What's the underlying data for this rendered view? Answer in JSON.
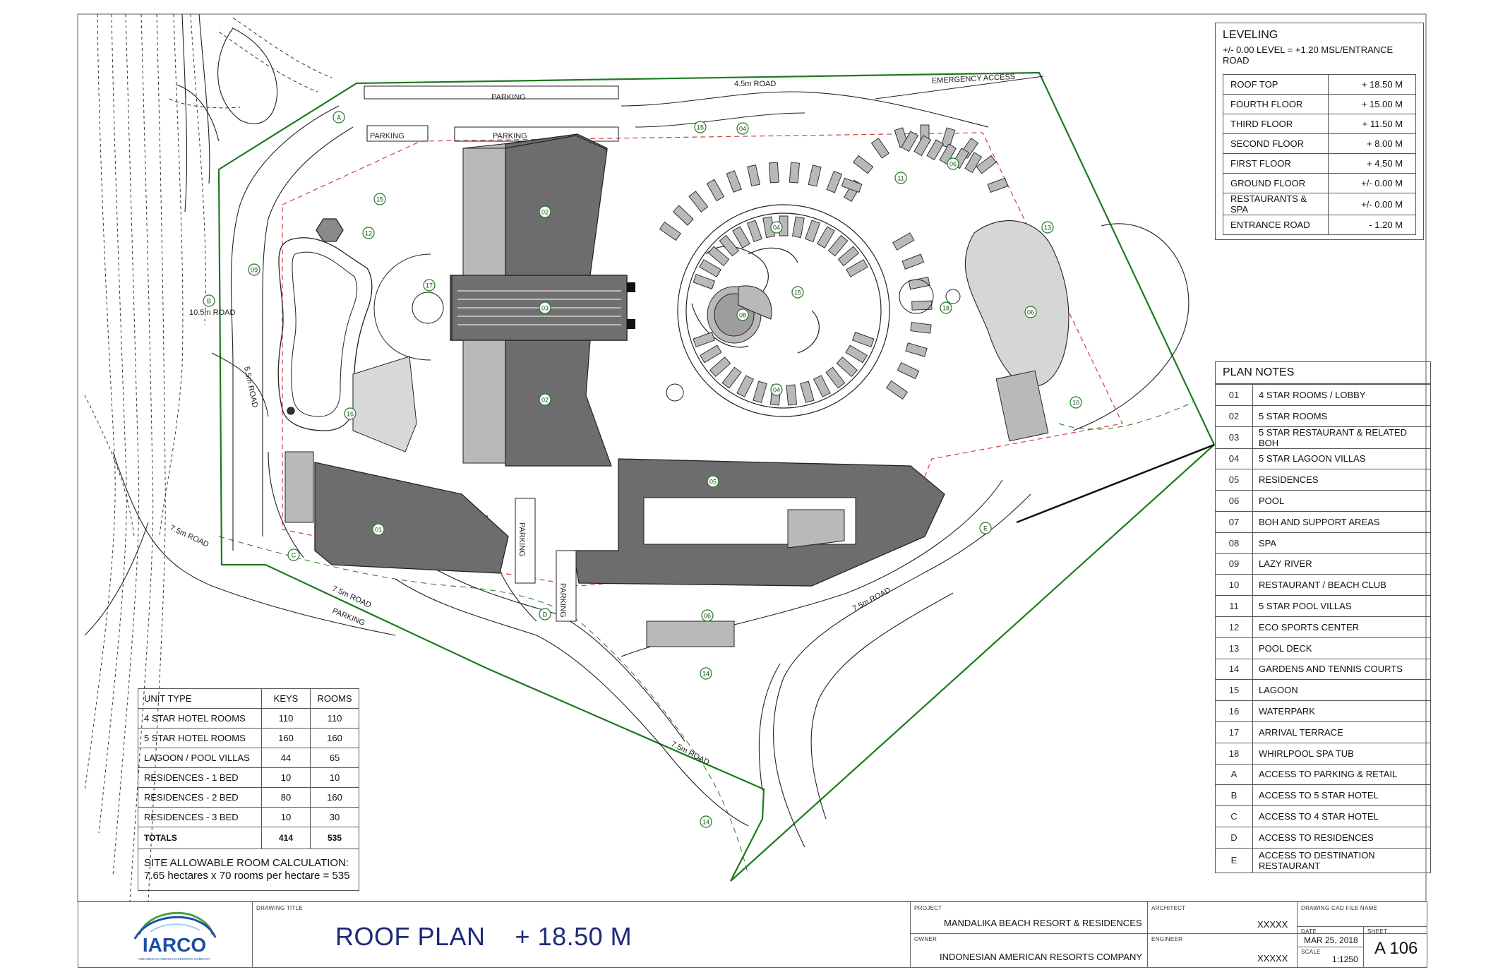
{
  "colors": {
    "building_dark": "#6d6d6f",
    "building_light": "#b9b9b9",
    "site_boundary": "#1d7a1d",
    "setback_line": "#d63c3c",
    "title_text": "#1d2a7a",
    "logo_blue": "#1d4ea6",
    "logo_green": "#4aa13a"
  },
  "plan_labels": {
    "roads": {
      "road_45": "4.5m ROAD",
      "road_105": "10.5m ROAD",
      "road_55": "5.5m ROAD",
      "road_75_west": "7.5m ROAD",
      "road_75_mid": "7.5m ROAD",
      "road_75_east": "7.5m ROAD",
      "road_75_south": "7.5m ROAD"
    },
    "parking": [
      "PARKING",
      "PARKING",
      "PARKING",
      "PARKING",
      "PARKING",
      "PARKING"
    ],
    "emergency": "EMERGENCY ACCESS",
    "tags": {
      "t01": "01",
      "t02a": "02",
      "t02b": "02",
      "t03": "03",
      "t04a": "04",
      "t04b": "04",
      "t04c": "04",
      "t05": "05",
      "t06a": "06",
      "t06b": "06",
      "t06c": "06",
      "t08": "08",
      "t09": "09",
      "t10": "10",
      "t11": "11",
      "t12": "12",
      "t13": "13",
      "t14a": "14",
      "t14b": "14",
      "t15a": "15",
      "t15b": "15",
      "t15c": "15",
      "t16": "16",
      "t17": "17",
      "t18": "18",
      "tA": "A",
      "tB": "B",
      "tC": "C",
      "tD": "D",
      "tE": "E"
    }
  },
  "leveling": {
    "title": "LEVELING",
    "subtitle": "+/- 0.00 LEVEL = +1.20 MSL/ENTRANCE ROAD",
    "rows": [
      {
        "label": "ROOF TOP",
        "value": "+ 18.50 M"
      },
      {
        "label": "FOURTH FLOOR",
        "value": "+ 15.00 M"
      },
      {
        "label": "THIRD FLOOR",
        "value": "+ 11.50 M"
      },
      {
        "label": "SECOND FLOOR",
        "value": "+ 8.00 M"
      },
      {
        "label": "FIRST FLOOR",
        "value": "+ 4.50 M"
      },
      {
        "label": "GROUND FLOOR",
        "value": "+/- 0.00 M"
      },
      {
        "label": "RESTAURANTS & SPA",
        "value": "+/- 0.00 M"
      },
      {
        "label": "ENTRANCE ROAD",
        "value": "- 1.20 M"
      }
    ]
  },
  "plan_notes": {
    "title": "PLAN NOTES",
    "items": [
      {
        "key": "01",
        "text": "4 STAR ROOMS / LOBBY"
      },
      {
        "key": "02",
        "text": "5 STAR ROOMS"
      },
      {
        "key": "03",
        "text": "5 STAR RESTAURANT & RELATED BOH"
      },
      {
        "key": "04",
        "text": "5 STAR LAGOON VILLAS"
      },
      {
        "key": "05",
        "text": "RESIDENCES"
      },
      {
        "key": "06",
        "text": "POOL"
      },
      {
        "key": "07",
        "text": "BOH AND SUPPORT AREAS"
      },
      {
        "key": "08",
        "text": "SPA"
      },
      {
        "key": "09",
        "text": "LAZY RIVER"
      },
      {
        "key": "10",
        "text": "RESTAURANT / BEACH CLUB"
      },
      {
        "key": "11",
        "text": "5 STAR POOL VILLAS"
      },
      {
        "key": "12",
        "text": "ECO SPORTS CENTER"
      },
      {
        "key": "13",
        "text": "POOL DECK"
      },
      {
        "key": "14",
        "text": "GARDENS AND TENNIS COURTS"
      },
      {
        "key": "15",
        "text": "LAGOON"
      },
      {
        "key": "16",
        "text": "WATERPARK"
      },
      {
        "key": "17",
        "text": "ARRIVAL TERRACE"
      },
      {
        "key": "18",
        "text": "WHIRLPOOL SPA TUB"
      },
      {
        "key": "A",
        "text": "ACCESS TO PARKING & RETAIL"
      },
      {
        "key": "B",
        "text": "ACCESS TO 5 STAR HOTEL"
      },
      {
        "key": "C",
        "text": "ACCESS TO 4 STAR HOTEL"
      },
      {
        "key": "D",
        "text": "ACCESS TO RESIDENCES"
      },
      {
        "key": "E",
        "text": "ACCESS TO DESTINATION RESTAURANT"
      }
    ]
  },
  "unit_table": {
    "headers": {
      "type": "UNIT TYPE",
      "keys": "KEYS",
      "rooms": "ROOMS"
    },
    "rows": [
      {
        "type": "4 STAR HOTEL ROOMS",
        "keys": "110",
        "rooms": "110"
      },
      {
        "type": "5 STAR HOTEL ROOMS",
        "keys": "160",
        "rooms": "160"
      },
      {
        "type": "LAGOON / POOL VILLAS",
        "keys": "44",
        "rooms": "65"
      },
      {
        "type": "RESIDENCES - 1 BED",
        "keys": "10",
        "rooms": "10"
      },
      {
        "type": "RESIDENCES - 2 BED",
        "keys": "80",
        "rooms": "160"
      },
      {
        "type": "RESIDENCES - 3 BED",
        "keys": "10",
        "rooms": "30"
      }
    ],
    "totals": {
      "label": "TOTALS",
      "keys": "414",
      "rooms": "535"
    },
    "calc_line1": "SITE ALLOWABLE ROOM CALCULATION:",
    "calc_line2": "7.65 hectares x 70 rooms per hectare = 535"
  },
  "title_block": {
    "logo_text": "IARCO",
    "logo_subtext": "INDONESIAN AMERICAN RESORTS COMPANY",
    "drawing_title_label": "DRAWING TITLE",
    "drawing_title": "ROOF PLAN    + 18.50 M",
    "project_label": "PROJECT",
    "project": "MANDALIKA BEACH RESORT & RESIDENCES",
    "owner_label": "OWNER",
    "owner": "INDONESIAN AMERICAN RESORTS COMPANY",
    "architect_label": "ARCHITECT",
    "architect": "XXXXX",
    "engineer_label": "ENGINEER",
    "engineer": "XXXXX",
    "cad_label": "DRAWING CAD FILE NAME",
    "date_label": "DATE",
    "date": "MAR 25, 2018",
    "scale_label": "SCALE",
    "scale": "1:1250",
    "sheet_label": "SHEET",
    "sheet": "A 106"
  }
}
